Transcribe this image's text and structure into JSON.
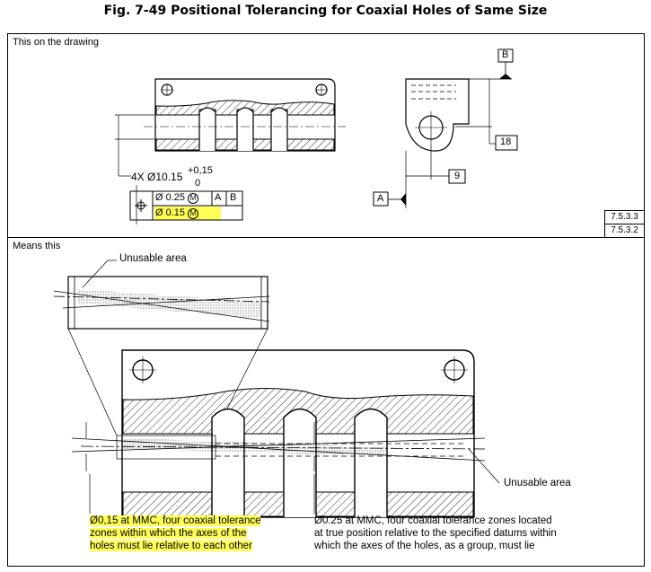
{
  "figure": {
    "title": "Fig. 7-49    Positional Tolerancing for Coaxial Holes of Same Size"
  },
  "top_panel": {
    "label": "This on the drawing",
    "size_callout": {
      "prefix": "4X",
      "diameter": "10.15",
      "upper_tol": "+0,15",
      "lower_tol": "0"
    },
    "fcf": {
      "row1": {
        "tol": "0.25",
        "mod": "M",
        "datum1": "A",
        "datum2": "B"
      },
      "row2": {
        "tol": "0.15",
        "mod": "M"
      }
    },
    "datum_a": "A",
    "datum_b": "B",
    "dim_18": "18",
    "dim_9": "9",
    "refs": [
      "7.5.3.3",
      "7.5.3.2"
    ]
  },
  "bottom_panel": {
    "label": "Means this",
    "unusable_top": "Unusable area",
    "unusable_right": "Unusable area",
    "note_left": [
      "0,15 at MMC, four coaxial tolerance",
      "zones within which the axes of the",
      "holes must lie relative to each other"
    ],
    "note_right": [
      "0.25 at MMC, four coaxial tolerance zones located",
      "at true position relative to the specified datums within",
      "which the axes of the holes, as a group, must lie"
    ]
  },
  "colors": {
    "highlight": "#ffff55",
    "line": "#000000"
  }
}
